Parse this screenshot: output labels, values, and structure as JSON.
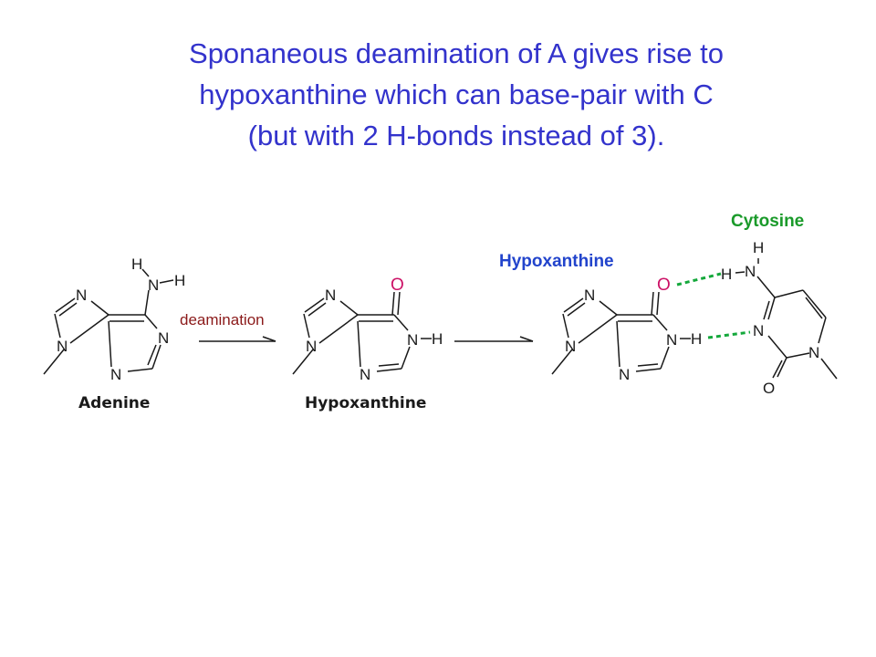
{
  "title": {
    "line1": "Sponaneous deamination of A gives rise to",
    "line2": "hypoxanthine which can base-pair with C",
    "line3": "(but with 2 H-bonds instead of 3)."
  },
  "labels": {
    "cytosine": "Cytosine",
    "hypoxanthine_pair": "Hypoxanthine",
    "deamination": "deamination",
    "adenine_caption": "Adenine",
    "hypoxanthine_caption": "Hypoxanthine"
  },
  "atoms": {
    "N": "N",
    "H": "H",
    "O": "O"
  },
  "colors": {
    "title": "#3333cc",
    "cytosine_label": "#1a9a2a",
    "hypoxanthine_label": "#2244cc",
    "deamination_label": "#8b1a1a",
    "oxygen": "#cc1166",
    "hydrogen_bond": "#14a83b"
  }
}
